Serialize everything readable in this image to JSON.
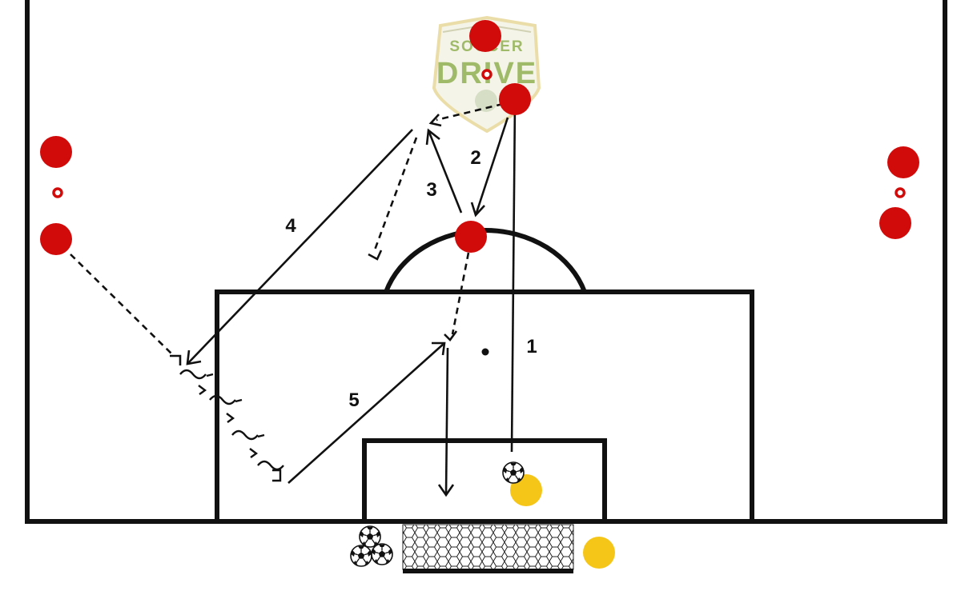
{
  "logo": {
    "line1": "SOCCER",
    "line2": "DRIVE"
  },
  "pass_labels": {
    "p1": "1",
    "p2": "2",
    "p3": "3",
    "p4": "4",
    "p5": "5"
  },
  "colors": {
    "line": "#111111",
    "player": "#d10a0a",
    "keeper": "#f5c518",
    "logo_green": "#8fae4e",
    "logo_gold": "#e8d89a",
    "logo_fill": "#f4f3e4"
  },
  "icons": [
    "soccer-ball-icon",
    "cone-icon",
    "goal-net-icon"
  ]
}
